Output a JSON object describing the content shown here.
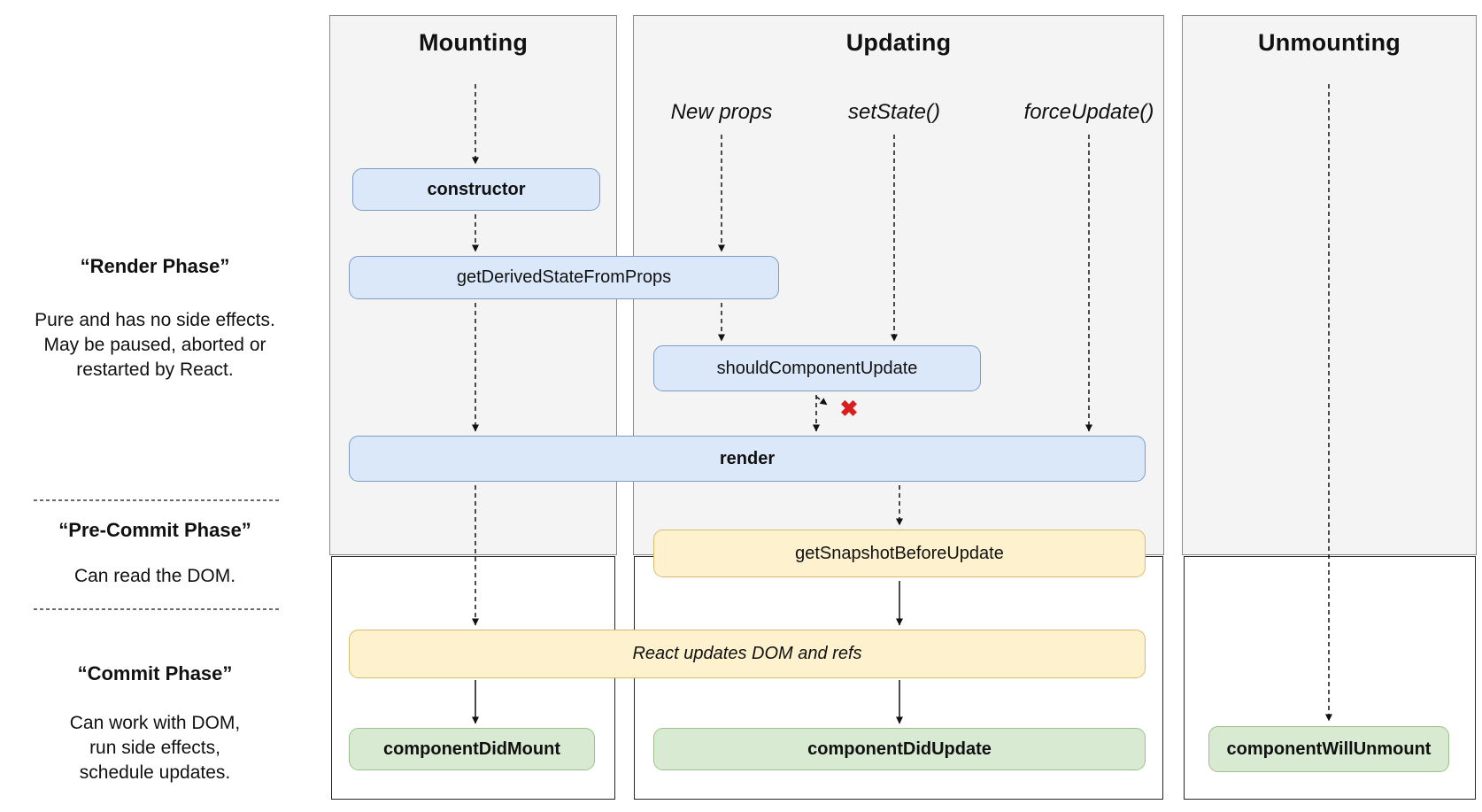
{
  "columns": {
    "mounting": {
      "label": "Mounting"
    },
    "updating": {
      "label": "Updating",
      "triggers": {
        "new_props": "New props",
        "set_state": "setState()",
        "force_update": "forceUpdate()"
      }
    },
    "unmounting": {
      "label": "Unmounting"
    }
  },
  "phases": {
    "render": {
      "title": "“Render Phase”",
      "lines": [
        "Pure and has no side effects.",
        "May be paused, aborted or",
        "restarted by React."
      ]
    },
    "pre_commit": {
      "title": "“Pre-Commit Phase”",
      "lines": [
        "Can read the DOM."
      ]
    },
    "commit": {
      "title": "“Commit Phase”",
      "lines": [
        "Can work with DOM,",
        "run side effects,",
        "schedule updates."
      ]
    }
  },
  "boxes": {
    "constructor": {
      "label": "constructor"
    },
    "get_derived_state_from_props": {
      "label": "getDerivedStateFromProps"
    },
    "should_component_update": {
      "label": "shouldComponentUpdate"
    },
    "render": {
      "label": "render"
    },
    "get_snapshot_before_update": {
      "label": "getSnapshotBeforeUpdate"
    },
    "react_updates_dom": {
      "label": "React updates DOM and refs"
    },
    "component_did_mount": {
      "label": "componentDidMount"
    },
    "component_did_update": {
      "label": "componentDidUpdate"
    },
    "component_will_unmount": {
      "label": "componentWillUnmount"
    }
  },
  "icons": {
    "abort_x": "✖"
  },
  "colors": {
    "box_blue_fill": "#dbe8fa",
    "box_blue_border": "#7d9bc4",
    "box_yellow_fill": "#fdf2cd",
    "box_yellow_border": "#d8bc6e",
    "box_green_fill": "#d9ead3",
    "box_green_border": "#9cc08b",
    "column_fill": "#f4f4f4",
    "column_border": "#8a8a8a",
    "commit_region_border": "#262626",
    "abort_x_color": "#d81e1e"
  }
}
